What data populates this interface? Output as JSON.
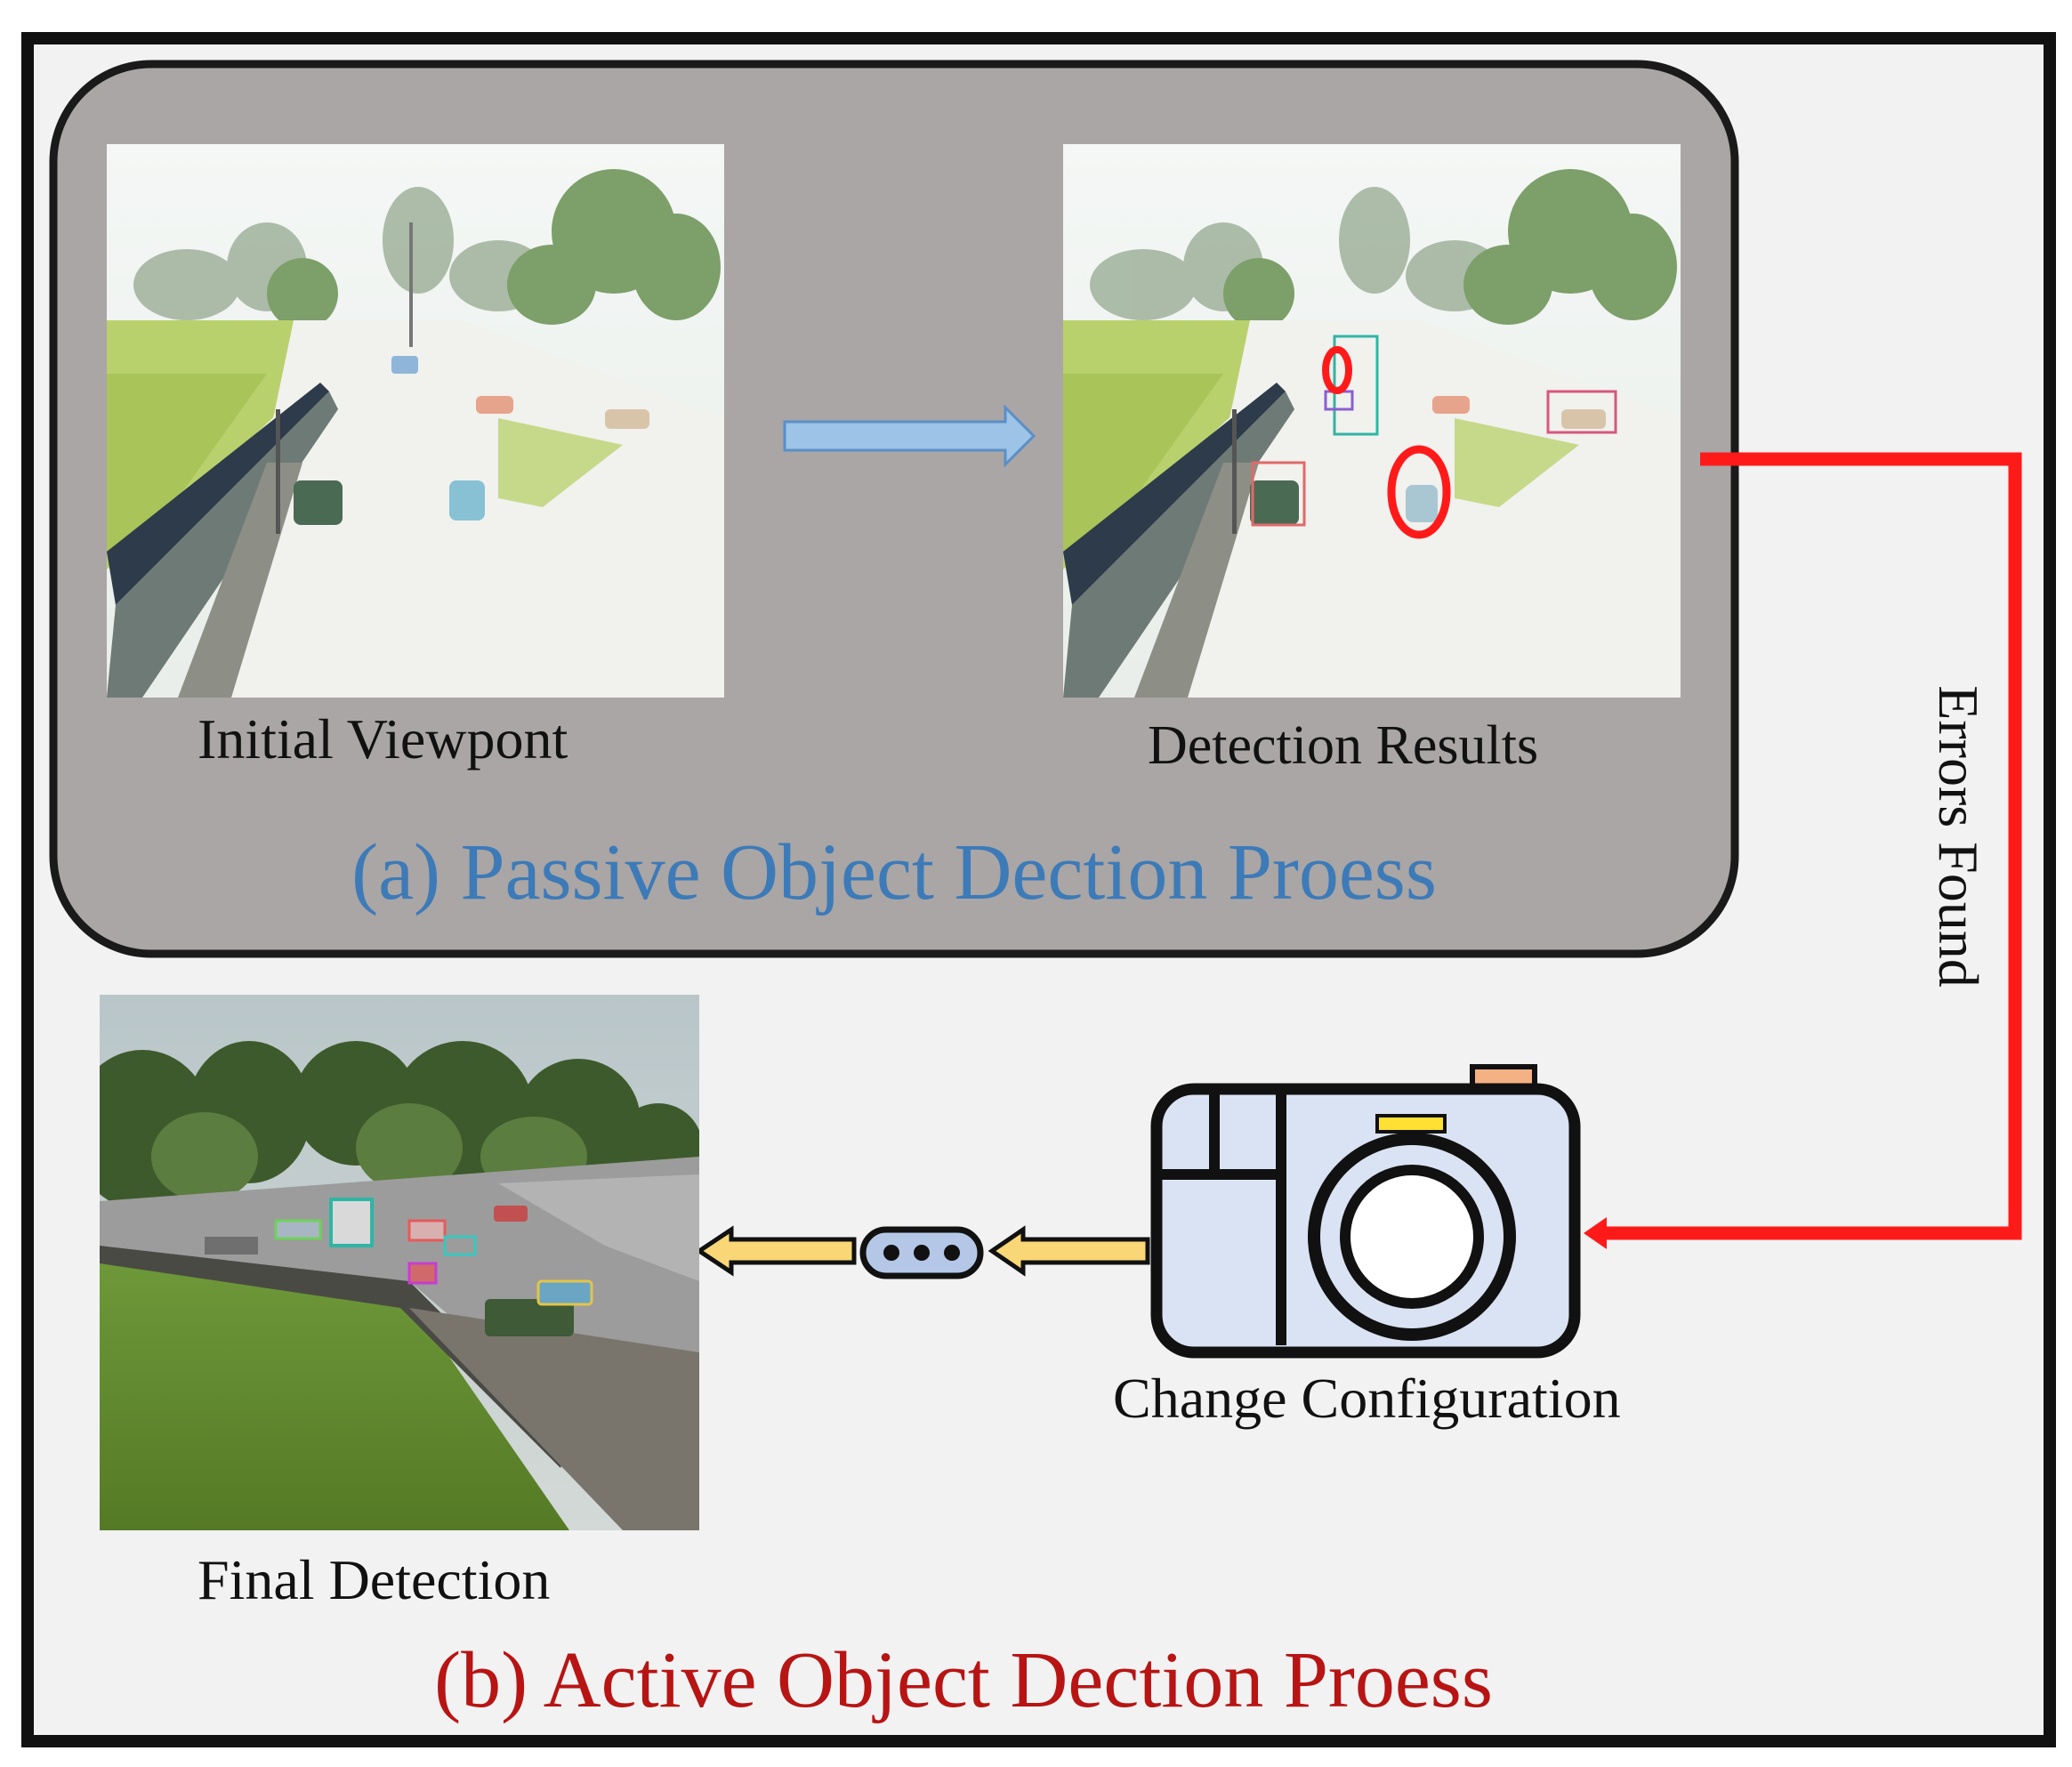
{
  "panel_a": {
    "image1_caption": "Initial Viewpont",
    "image2_caption": "Detection Results",
    "title": "(a) Passive Object Dection Proess"
  },
  "feedback": {
    "label": "Errors Found"
  },
  "panel_b": {
    "camera_caption": "Change Configuration",
    "final_caption": "Final Detection",
    "title": "(b) Active Object Dection Proess"
  },
  "colors": {
    "frame_border": "#111111",
    "frame_fill": "#f2f2f2",
    "panel_a_fill": "#a9a6a5",
    "panel_a_title": "#3d7ab8",
    "panel_b_title": "#b81414",
    "error_line": "#ff1a1a",
    "process_arrow": "#9dc3e6",
    "yellow_arrow": "#f9d776",
    "camera_body": "#dae3f3"
  },
  "icons": {
    "process_arrow": "right-arrow-icon",
    "camera": "camera-icon",
    "ellipsis": "ellipsis-icon"
  }
}
